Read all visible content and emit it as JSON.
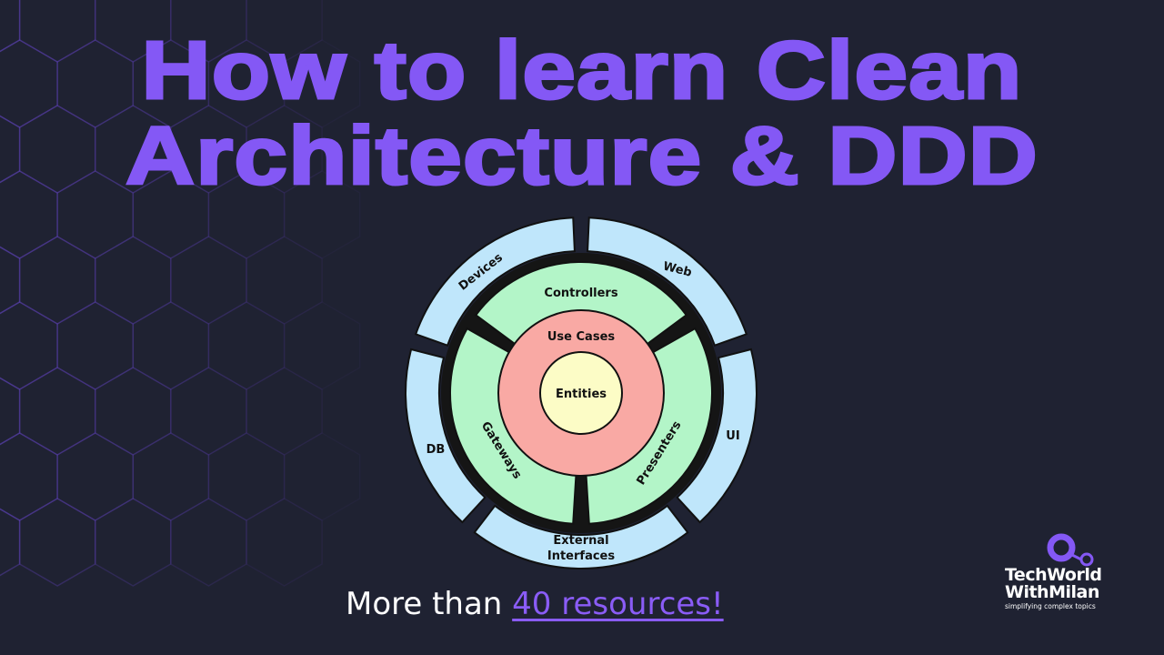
{
  "title": {
    "line1": "How to learn Clean",
    "line2": "Architecture & DDD"
  },
  "diagram": {
    "outer_ring": [
      "Devices",
      "Web",
      "UI",
      "External",
      "Interfaces",
      "DB"
    ],
    "adapter_ring": [
      "Controllers",
      "Gateways",
      "Presenters"
    ],
    "use_cases": "Use Cases",
    "entities": "Entities"
  },
  "footer": {
    "prefix": "More than ",
    "link": "40 resources!"
  },
  "logo": {
    "line1": "TechWorld",
    "line2": "WithMilan",
    "tagline": "simplifying complex topics"
  },
  "colors": {
    "background": "#1f2232",
    "accent": "#8458f5",
    "outer": "#bfe6fb",
    "adapter": "#b3f5c8",
    "usecase": "#f9a9a4",
    "entity": "#fcfcc6"
  }
}
